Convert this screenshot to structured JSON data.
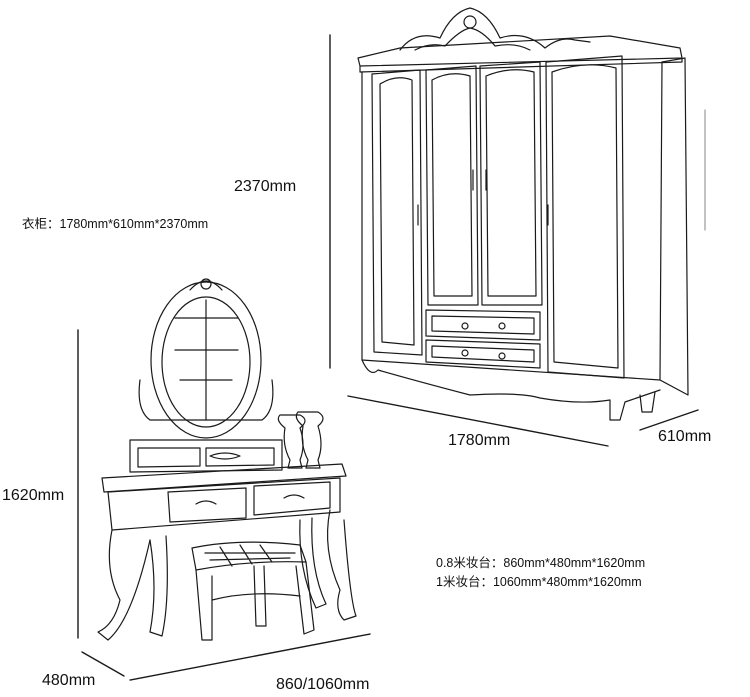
{
  "dimensions": {
    "wardrobe_height": "2370mm",
    "wardrobe_width": "1780mm",
    "wardrobe_depth": "610mm",
    "vanity_height": "1620mm",
    "vanity_depth": "480mm",
    "vanity_width": "860/1060mm"
  },
  "specs": {
    "wardrobe": "衣柜：1780mm*610mm*2370mm",
    "vanity_small": "0.8米妆台：860mm*480mm*1620mm",
    "vanity_large": "1米妆台：1060mm*480mm*1620mm"
  },
  "colors": {
    "line": "#1a1a1a",
    "fill": "#ffffff"
  }
}
